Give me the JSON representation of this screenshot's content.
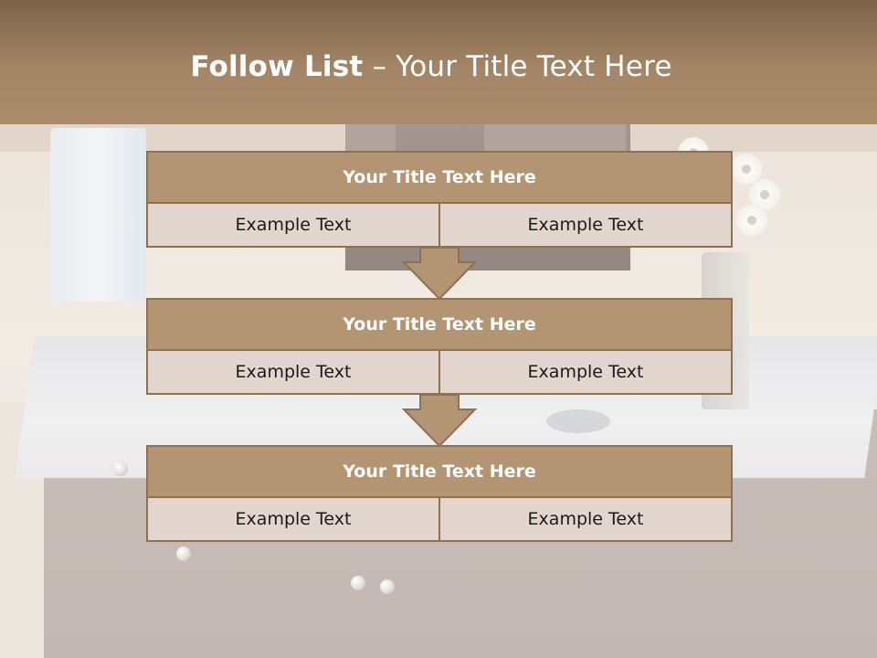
{
  "header": {
    "title_bold": "Follow List",
    "title_rest": " – Your Title Text Here"
  },
  "steps": [
    {
      "title": "Your Title Text Here",
      "left": "Example Text",
      "right": "Example Text"
    },
    {
      "title": "Your Title Text Here",
      "left": "Example Text",
      "right": "Example Text"
    },
    {
      "title": "Your Title Text Here",
      "left": "Example Text",
      "right": "Example Text"
    }
  ],
  "colors": {
    "header_top": "#7b6248",
    "header_bottom": "#aa8b6b",
    "step_title_fill": "#b39473",
    "step_cell_fill": "#e2d6cf",
    "border": "#8c7154"
  },
  "icons": [
    "down-arrow-icon"
  ]
}
